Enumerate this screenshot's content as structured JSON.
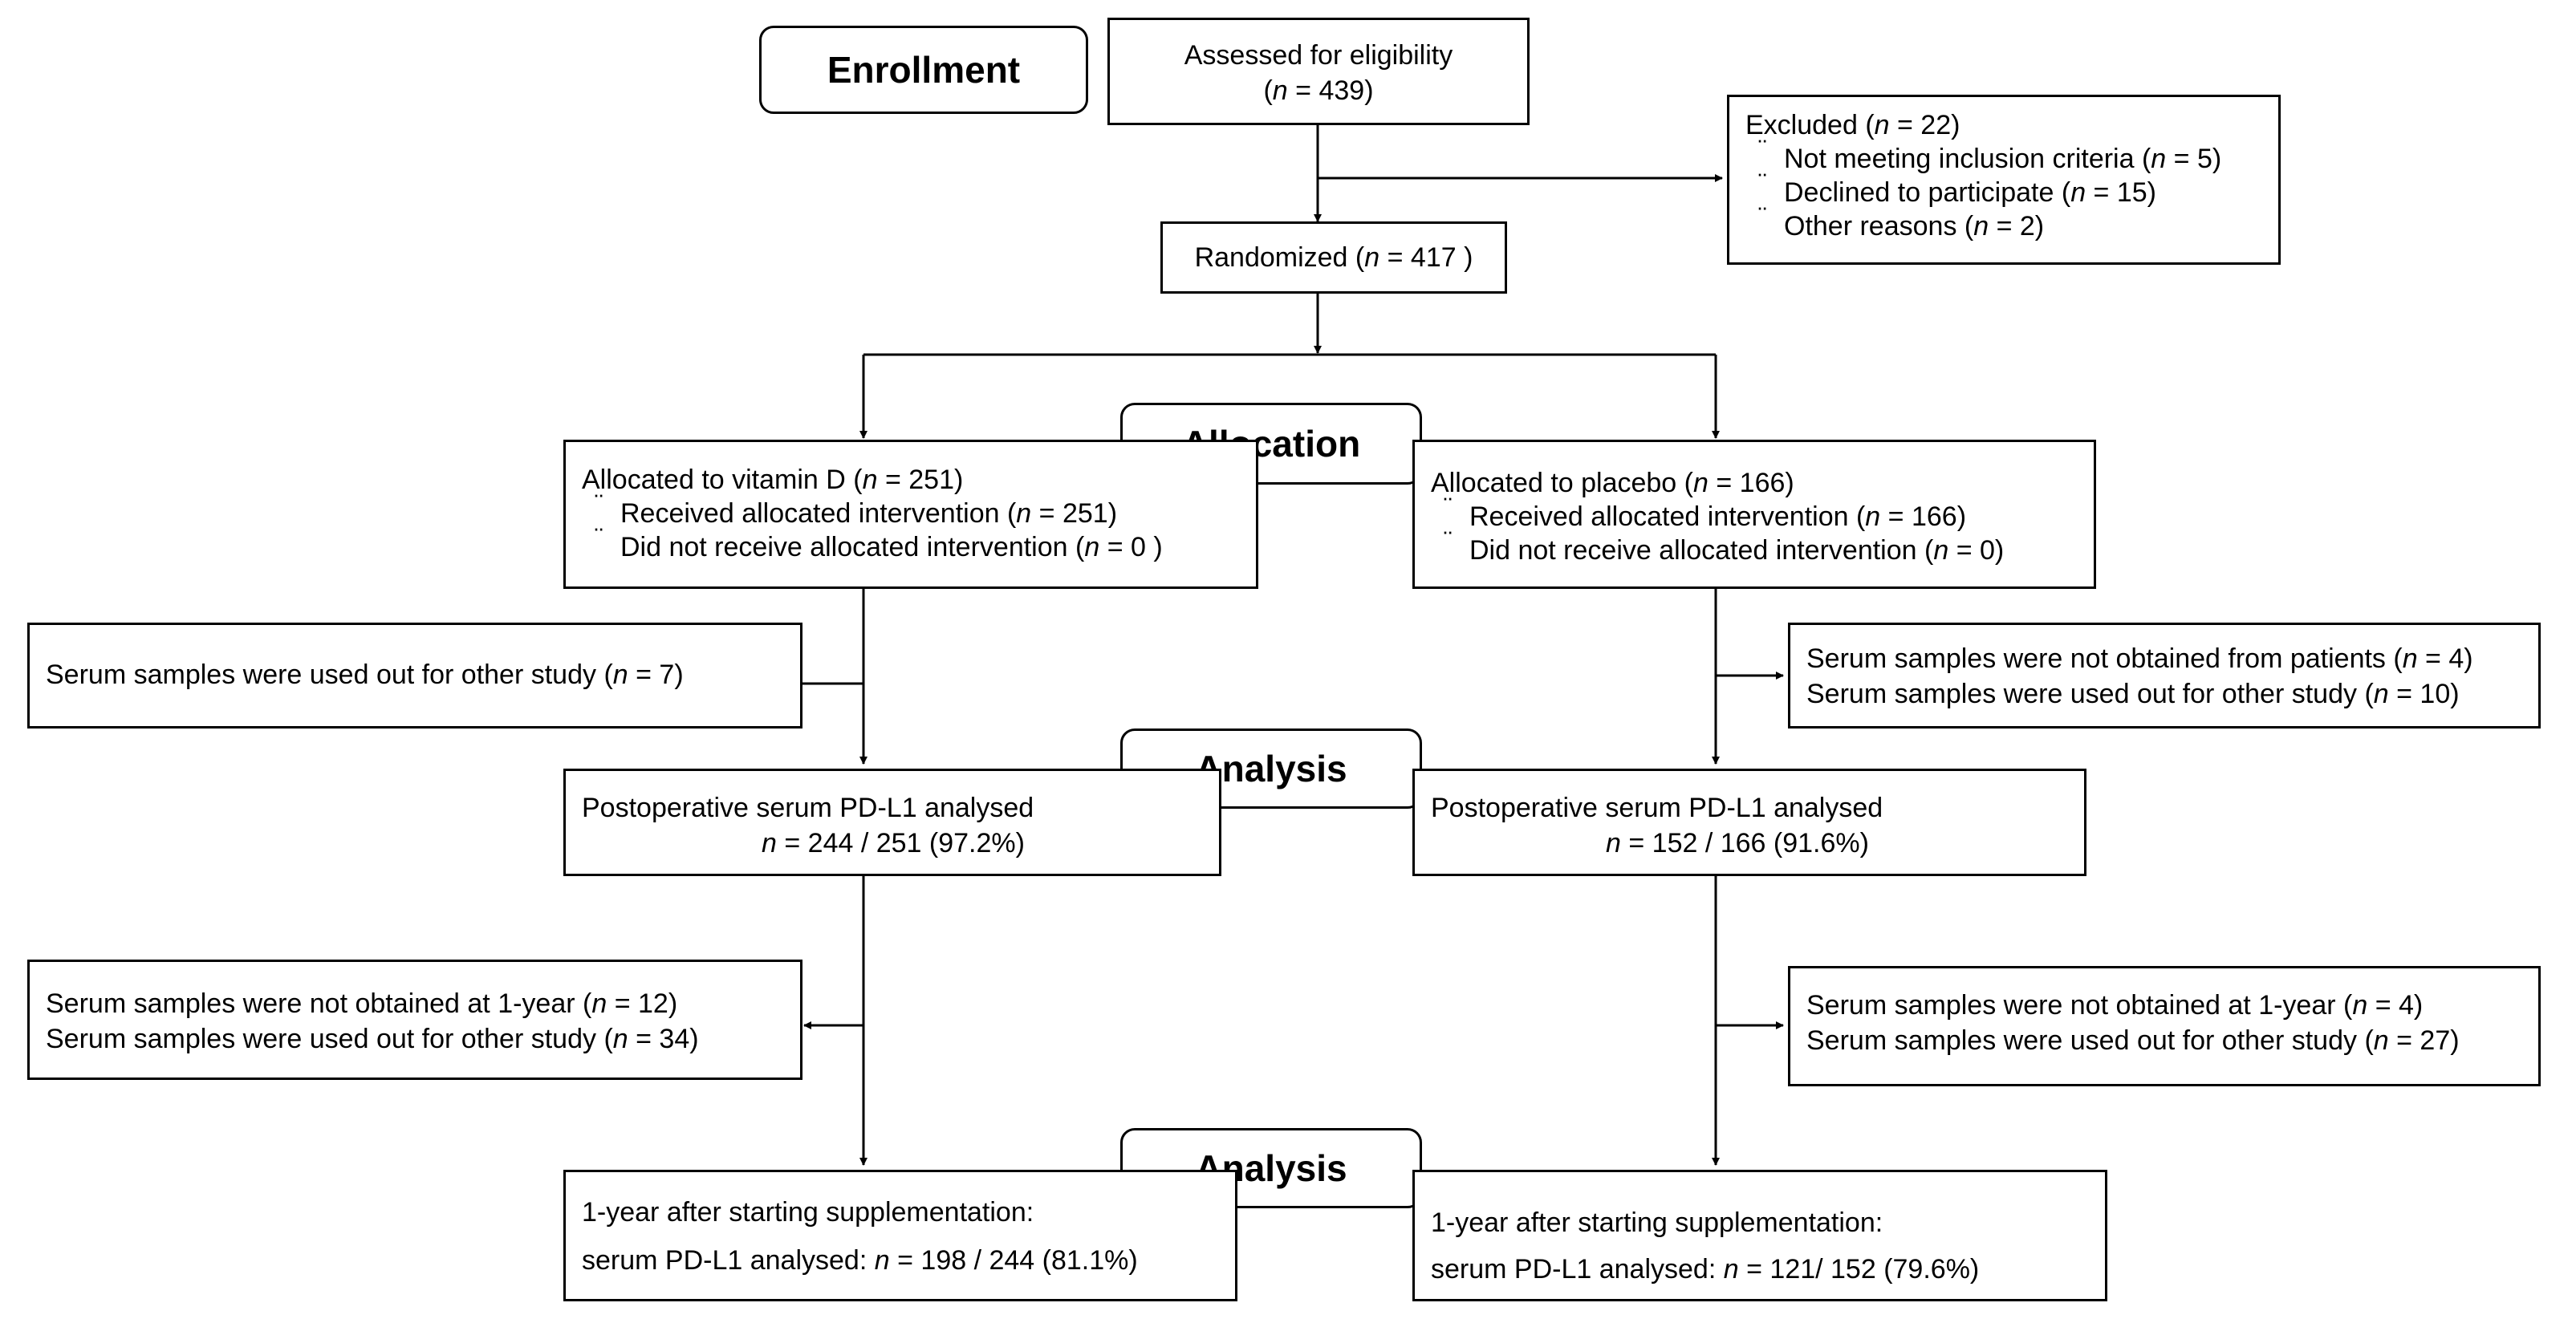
{
  "stages": {
    "enrollment": "Enrollment",
    "allocation": "Allocation",
    "analysis_1": "Analysis",
    "analysis_2": "Analysis"
  },
  "eligibility": {
    "line1": "Assessed for eligibility",
    "n_open": "(",
    "n_val": " = 439)"
  },
  "excluded": {
    "title_pre": "Excluded  (",
    "title_post": " = 22)",
    "items": [
      {
        "pre": "Not meeting inclusion criteria (",
        "post": " = 5)"
      },
      {
        "pre": "Declined to participate (",
        "post": " = 15)"
      },
      {
        "pre": "Other reasons (",
        "post": " = 2)"
      }
    ]
  },
  "randomized": {
    "pre": "Randomized (",
    "post": " = 417 )"
  },
  "alloc_vitd": {
    "title_pre": "Allocated to vitamin  D (",
    "title_post": " = 251)",
    "items": [
      {
        "pre": "Received allocated intervention  (",
        "post": " = 251)"
      },
      {
        "pre": "Did not receive allocated intervention (",
        "post": " = 0 )"
      }
    ]
  },
  "alloc_placebo": {
    "title_pre": "Allocated to placebo (",
    "title_post": " = 166)",
    "items": [
      {
        "pre": "Received allocated intervention  (",
        "post": " = 166)"
      },
      {
        "pre": "Did not receive allocated intervention  (",
        "post": " = 0)"
      }
    ]
  },
  "excl_left_1": {
    "pre": "Serum samples were used out for other study (",
    "post": " = 7)"
  },
  "excl_right_1": {
    "line1_pre": "Serum samples were not obtained from patients (",
    "line1_post": " = 4)",
    "line2_pre": "Serum samples were used out for other study (",
    "line2_post": " = 10)"
  },
  "post_vitd": {
    "line1": "Postoperative serum PD-L1 analysed",
    "line2_post": " = 244 / 251 (97.2%)"
  },
  "post_placebo": {
    "line1": "Postoperative serum PD-L1 analysed",
    "line2_post": " = 152 / 166 (91.6%)"
  },
  "excl_left_2": {
    "line1_pre": "Serum samples were not obtained at 1-year (",
    "line1_post": " = 12)",
    "line2_pre": "Serum samples were used out for other study (",
    "line2_post": " = 34)"
  },
  "excl_right_2": {
    "line1_pre": "Serum samples were not obtained at 1-year (",
    "line1_post": " = 4)",
    "line2_pre": "Serum samples were used out for other study (",
    "line2_post": " = 27)"
  },
  "year_vitd": {
    "line1": "1-year after starting supplementation:",
    "line2_pre": "serum PD-L1 analysed:  ",
    "line2_post": " = 198 / 244 (81.1%)"
  },
  "year_placebo": {
    "line1": "1-year after starting supplementation:",
    "line2_pre": "serum PD-L1 analysed:  ",
    "line2_post": " = 121/ 152 (79.6%)"
  },
  "n_symbol": "n"
}
